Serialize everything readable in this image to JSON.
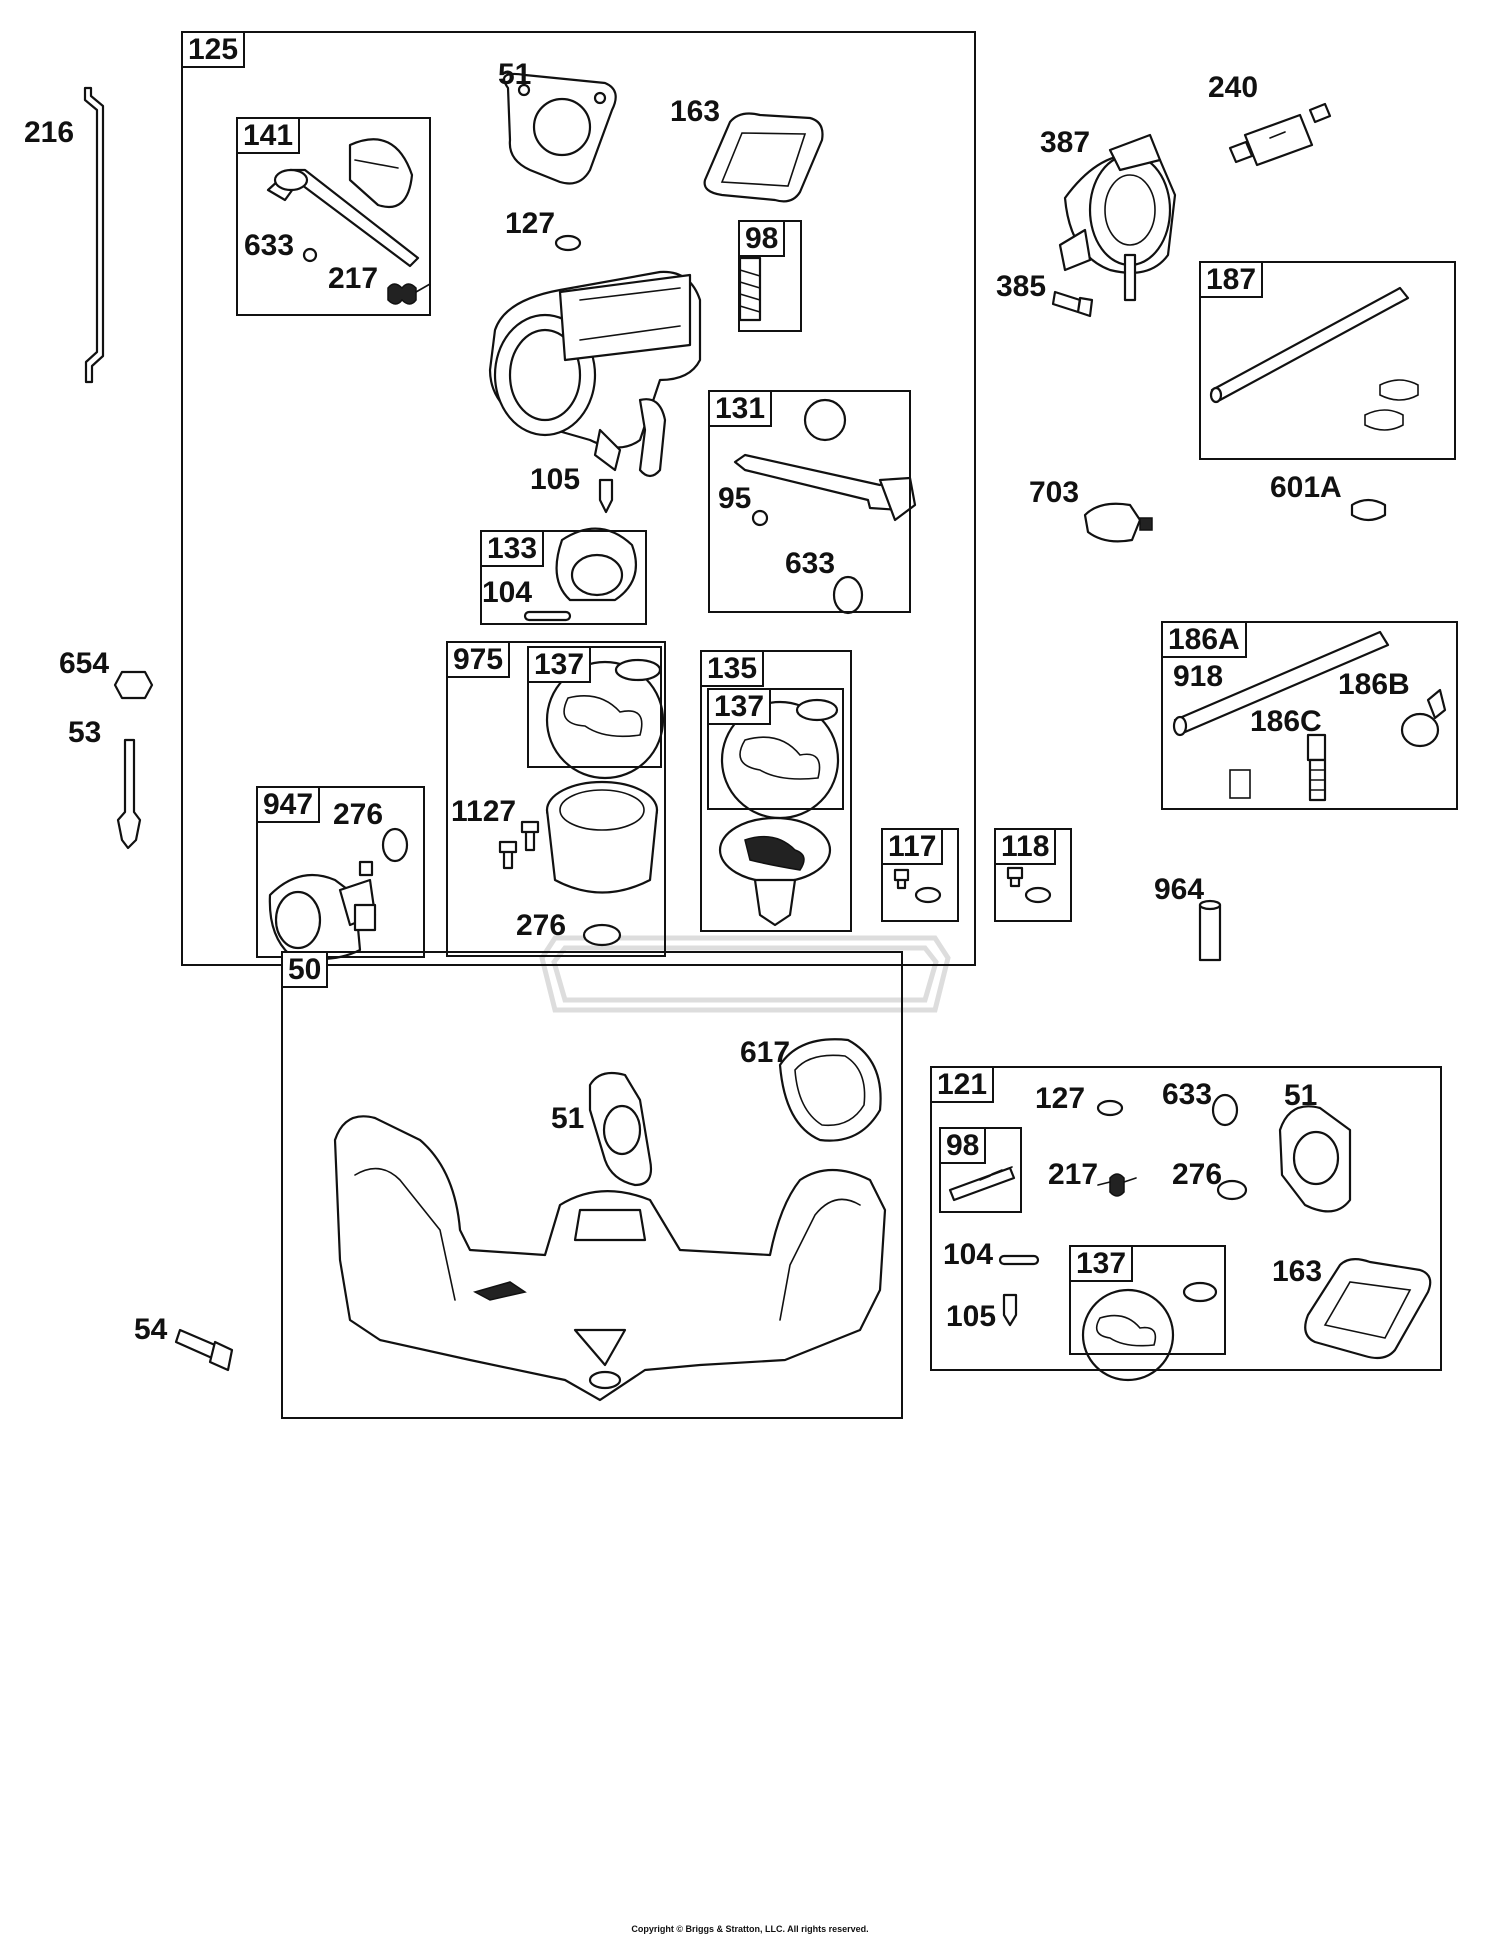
{
  "boxes": {
    "b125": "125",
    "b141": "141",
    "b98a": "98",
    "b131": "131",
    "b133": "133",
    "b975": "975",
    "b137a": "137",
    "b135": "135",
    "b137b": "137",
    "b947": "947",
    "b117": "117",
    "b118": "118",
    "b187": "187",
    "b186A": "186A",
    "b50": "50",
    "b121": "121",
    "b98b": "98",
    "b137c": "137"
  },
  "labels": {
    "l216": "216",
    "l51a": "51",
    "l163a": "163",
    "l633a": "633",
    "l217a": "217",
    "l127a": "127",
    "l105a": "105",
    "l95": "95",
    "l633b": "633",
    "l104a": "104",
    "l1127": "1127",
    "l276a": "276",
    "l276b": "276",
    "l654": "654",
    "l53": "53",
    "l240": "240",
    "l387": "387",
    "l385": "385",
    "l601A": "601A",
    "l703": "703",
    "l918": "918",
    "l186B": "186B",
    "l186C": "186C",
    "l964": "964",
    "l617": "617",
    "l51b": "51",
    "l54": "54",
    "l127b": "127",
    "l633c": "633",
    "l51c": "51",
    "l217b": "217",
    "l276c": "276",
    "l104b": "104",
    "l105b": "105",
    "l163b": "163"
  },
  "copyright": "Copyright © Briggs & Stratton, LLC. All rights reserved."
}
